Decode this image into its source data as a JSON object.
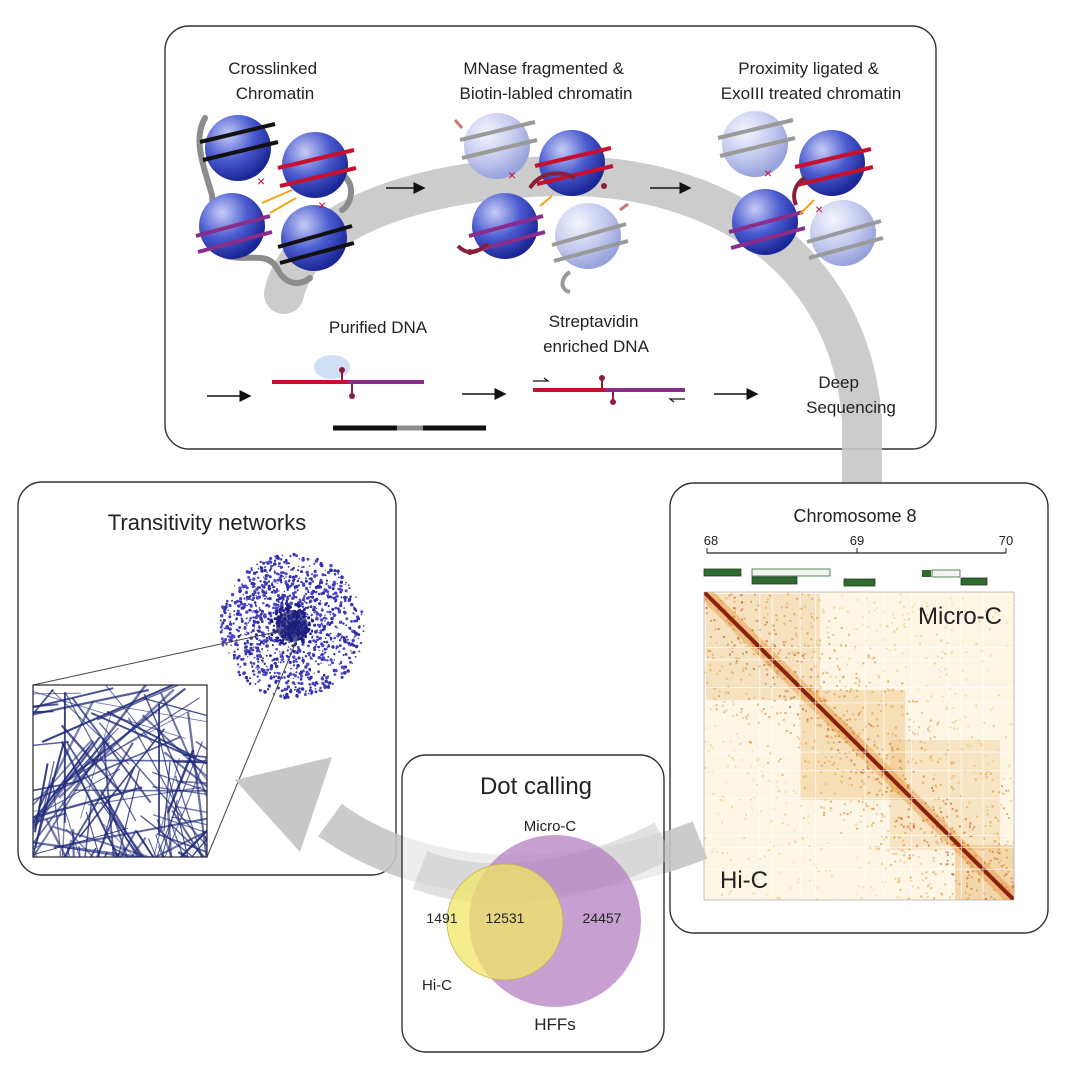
{
  "top_panel": {
    "step1_line1": "Crosslinked",
    "step1_line2": "Chromatin",
    "step2_line1": "MNase fragmented &",
    "step2_line2": "Biotin-labled chromatin",
    "step3_line1": "Proximity ligated &",
    "step3_line2": "ExoIII treated chromatin",
    "step4": "Purified DNA",
    "step5_line1": "Streptavidin",
    "step5_line2": "enriched DNA",
    "step6_line1": "Deep",
    "step6_line2": "Sequencing"
  },
  "network_panel": {
    "title": "Transitivity networks"
  },
  "chromosome_panel": {
    "title": "Chromosome 8",
    "ticks": [
      "68",
      "69",
      "70"
    ],
    "upper_label": "Micro-C",
    "lower_label": "Hi-C"
  },
  "dot_panel": {
    "title": "Dot calling",
    "microc_label": "Micro-C",
    "hic_label": "Hi-C",
    "cell_label": "HFFs",
    "hic_only": "1491",
    "shared": "12531",
    "microc_only": "24457"
  },
  "colors": {
    "nucleosome_dark": "#2b3db4",
    "nucleosome_light": "#b7bfe8",
    "dna_red": "#c8102e",
    "dna_purple": "#8a2c8a",
    "arrow_gray": "#c4c4c4",
    "network_blue": "#1f2a7a",
    "heatmap_diag": "#8a1f0a",
    "venn_yellow": "#f1e766",
    "venn_purple": "#b57fc1"
  }
}
